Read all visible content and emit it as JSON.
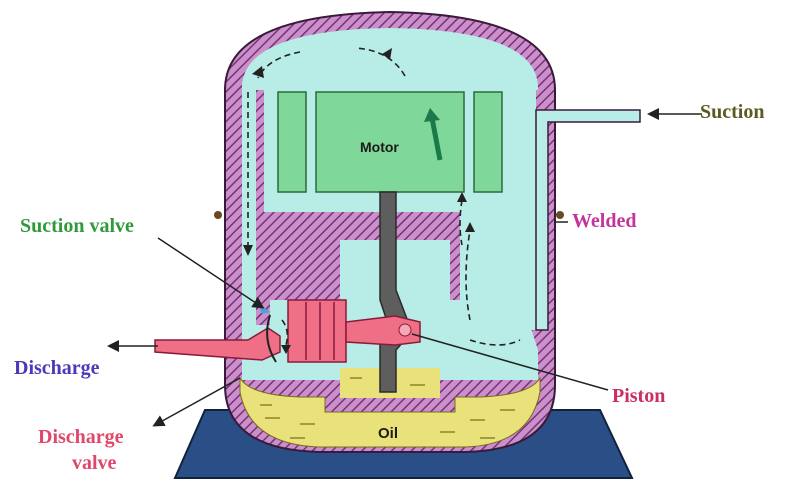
{
  "labels": {
    "suction": "Suction",
    "suction_valve": "Suction valve",
    "welded": "Welded",
    "discharge": "Discharge",
    "piston": "Piston",
    "discharge_valve_line1": "Discharge",
    "discharge_valve_line2": "valve",
    "motor": "Motor",
    "oil": "Oil"
  },
  "colors": {
    "shell_hatch": "#8a3a8a",
    "shell_fill": "#c48ac4",
    "interior": "#b8ece6",
    "motor": "#7fd89a",
    "oil": "#e9e27a",
    "piston": "#ef6f86",
    "base": "#2a4f86",
    "label_olive": "#5a5a22",
    "label_green": "#2f9a3a",
    "label_magenta": "#c4349c",
    "label_indigo": "#4b3ab8",
    "label_pink": "#e0486a",
    "label_darkpink": "#cc2d64"
  },
  "icons": {
    "flow_arrow": "flow-arrow-icon",
    "rotation_arrow": "rotation-arrow-icon"
  }
}
